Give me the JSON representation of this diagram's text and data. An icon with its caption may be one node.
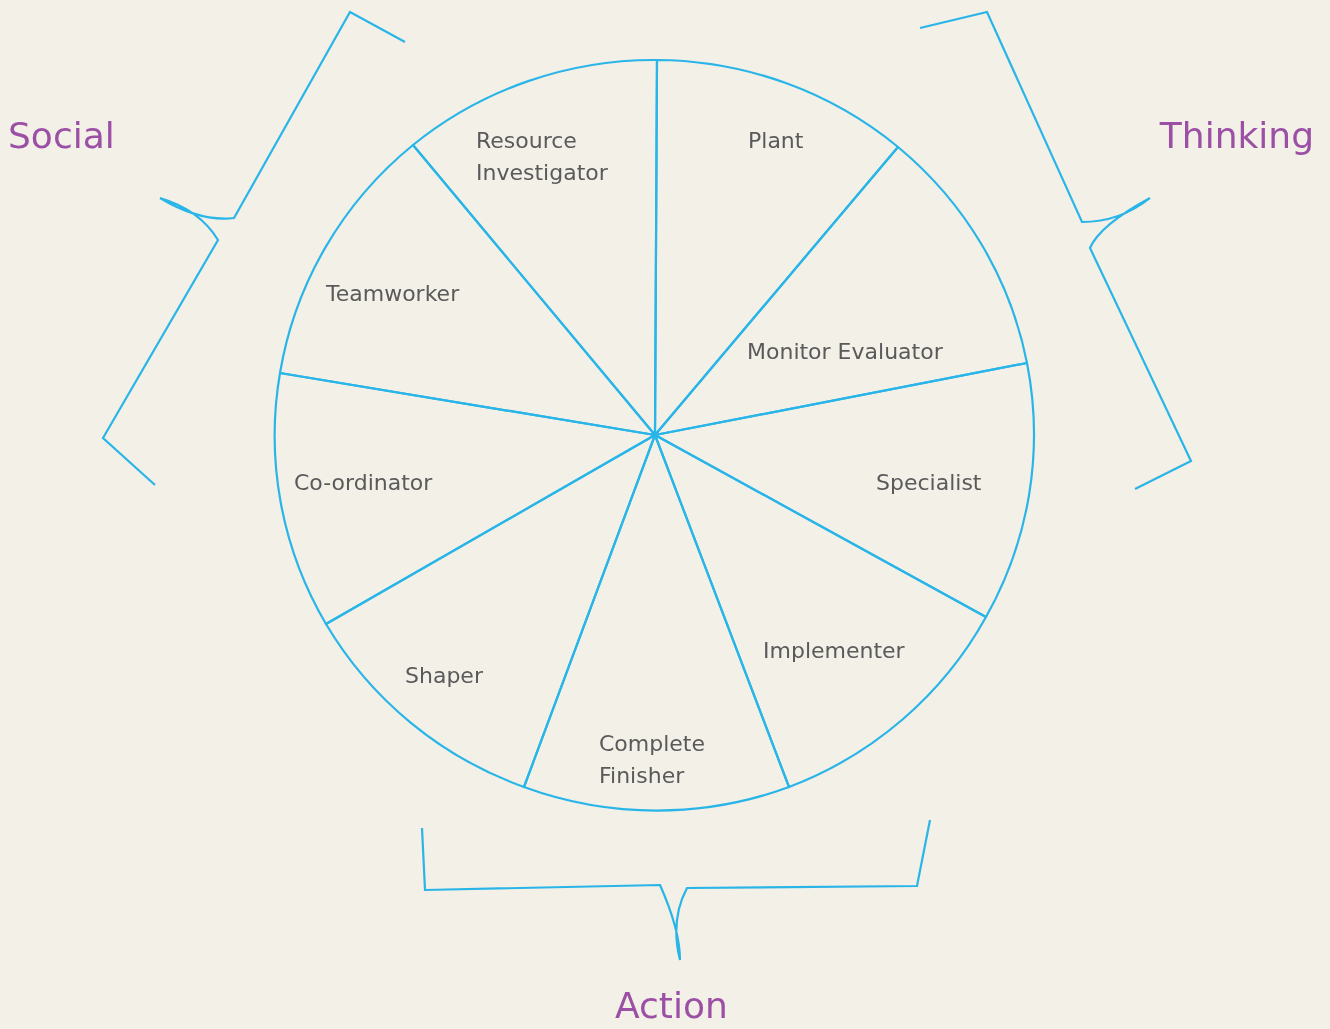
{
  "diagram": {
    "nodes": [
      {
        "text": [
          "Resource Investigator"
        ]
      },
      {
        "text": [
          "Plant"
        ]
      },
      {
        "text": [
          "Teamworker"
        ]
      },
      {
        "text": [
          "Monitor Evaluator"
        ]
      },
      {
        "text": [
          "Co-ordinator"
        ]
      },
      {
        "text": [
          "Specialist"
        ]
      },
      {
        "text": [
          "Shaper"
        ]
      },
      {
        "text": [
          "Implementer"
        ]
      },
      {
        "text": [
          "Complete Finisher"
        ]
      }
    ],
    "edges": [],
    "labels": [
      "Social",
      "Thinking",
      "Action"
    ]
  }
}
